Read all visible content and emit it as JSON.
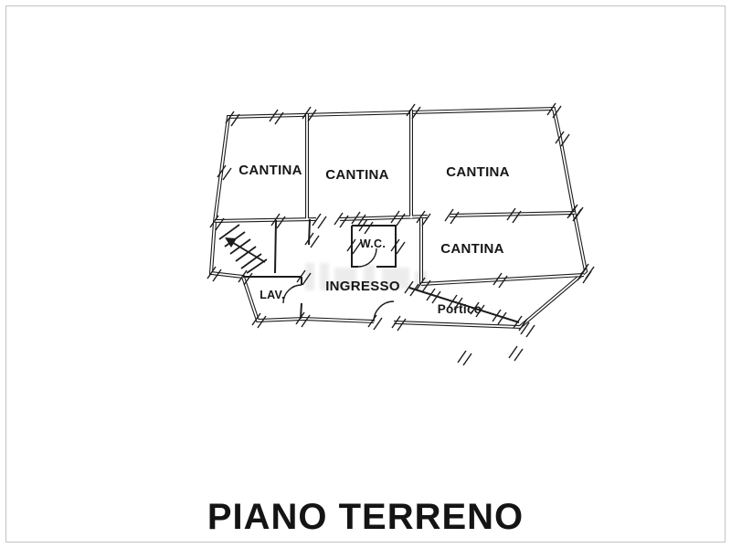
{
  "floorplan": {
    "title": "PIANO TERRENO",
    "rooms": [
      {
        "id": "cantina-nw",
        "label": "CANTINA"
      },
      {
        "id": "cantina-n",
        "label": "CANTINA"
      },
      {
        "id": "cantina-ne",
        "label": "CANTINA"
      },
      {
        "id": "cantina-e",
        "label": "CANTINA"
      },
      {
        "id": "wc",
        "label": "W.C."
      },
      {
        "id": "ingresso",
        "label": "INGRESSO"
      },
      {
        "id": "lav",
        "label": "LAV."
      },
      {
        "id": "portico",
        "label": "Portico"
      }
    ],
    "colors": {
      "ink": "#1c1c1c",
      "frame_border": "#c4c4c4",
      "background": "#ffffff"
    }
  }
}
